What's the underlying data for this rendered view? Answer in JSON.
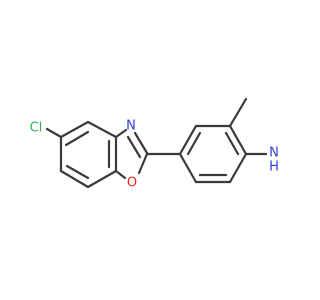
{
  "molecule": {
    "atoms": {
      "chlorine": {
        "text": "Cl",
        "color": "#33b05a"
      },
      "nitrogen": {
        "text": "N",
        "color": "#2f3fd6"
      },
      "oxygen": {
        "text": "O",
        "color": "#e8261a"
      },
      "amine_n": {
        "text": "N",
        "color": "#2f3fd6"
      },
      "amine_h": {
        "text": "H",
        "color": "#2f3fd6"
      }
    },
    "bond_color": "#3a3a3a"
  }
}
